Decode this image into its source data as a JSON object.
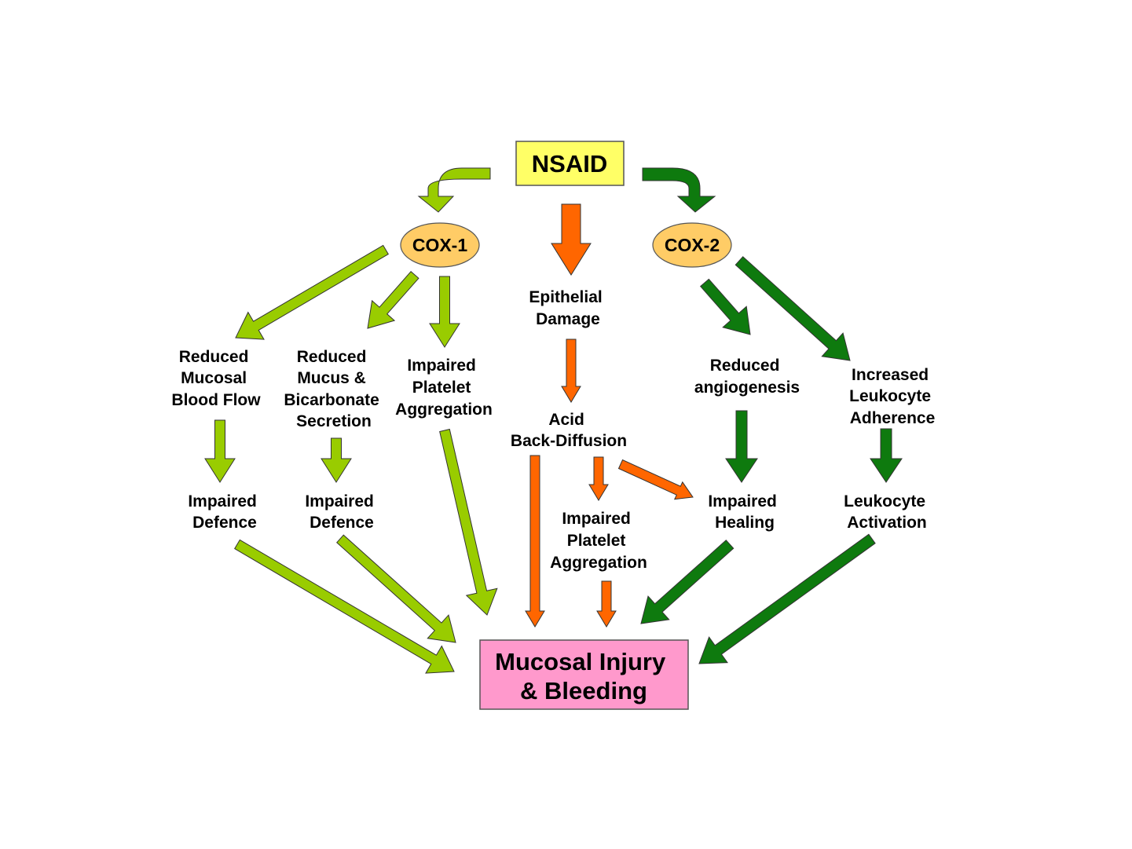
{
  "colors": {
    "cox1_arrow": "#99cc00",
    "cox2_arrow": "#0e7a0e",
    "direct_arrow": "#ff6600",
    "nsaid_fill": "#ffff66",
    "injury_fill": "#ff99cc",
    "cox_fill": "#ffcc66"
  },
  "nsaid": {
    "label": "NSAID"
  },
  "cox1": {
    "label": "COX-1"
  },
  "cox2": {
    "label": "COX-2"
  },
  "nodes": {
    "reduced_blood_flow": [
      "Reduced",
      "Mucosal",
      "Blood Flow"
    ],
    "reduced_mucus": [
      "Reduced",
      "Mucus &",
      "Bicarbonate",
      "Secretion"
    ],
    "impaired_platelet_1": [
      "Impaired",
      "Platelet",
      "Aggregation"
    ],
    "epithelial_damage": [
      "Epithelial",
      "Damage"
    ],
    "acid_back_diffusion": [
      "Acid",
      "Back-Diffusion"
    ],
    "impaired_platelet_2": [
      "Impaired",
      "Platelet",
      "Aggregation"
    ],
    "reduced_angiogenesis": [
      "Reduced",
      "angiogenesis"
    ],
    "increased_leukocyte": [
      "Increased",
      "Leukocyte",
      "Adherence"
    ],
    "impaired_defence_1": [
      "Impaired",
      "Defence"
    ],
    "impaired_defence_2": [
      "Impaired",
      "Defence"
    ],
    "impaired_healing": [
      "Impaired",
      "Healing"
    ],
    "leukocyte_activation": [
      "Leukocyte",
      "Activation"
    ]
  },
  "injury": {
    "lines": [
      "Mucosal Injury",
      "& Bleeding"
    ]
  }
}
